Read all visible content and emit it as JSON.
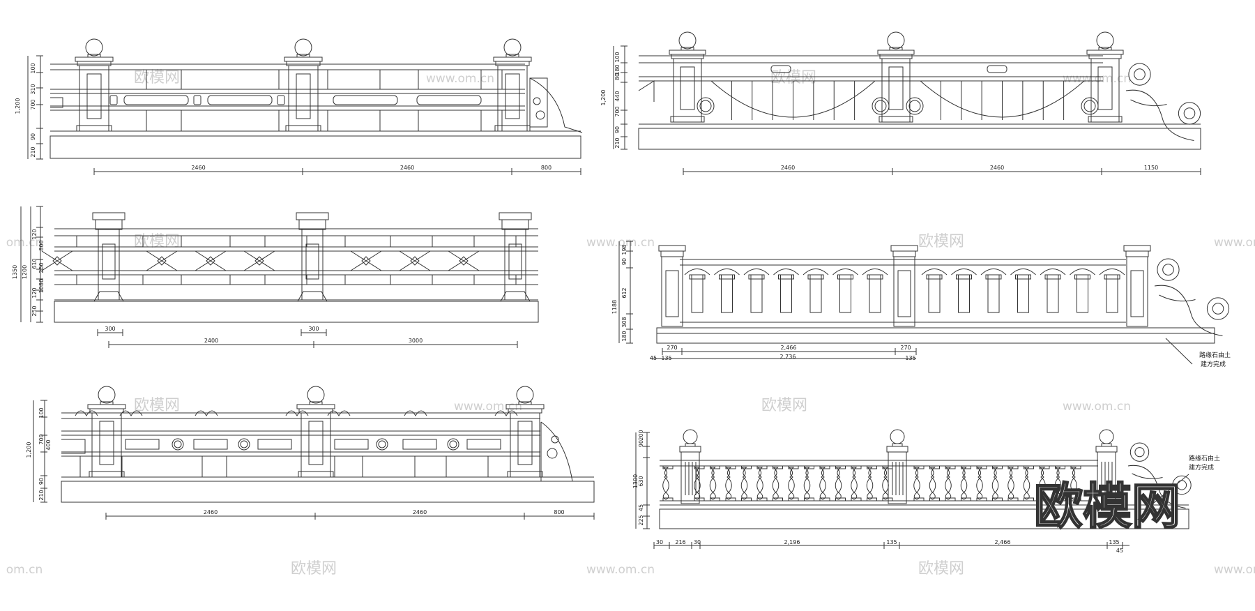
{
  "brand": {
    "logo_text": "欧模网",
    "watermark_cn": "欧模网",
    "watermark_url": "www.om.cn",
    "watermark_url_cut": "om.cn"
  },
  "drawings": [
    {
      "id": "railing-1",
      "height_dims": [
        "1,200",
        "100",
        "700",
        "310",
        "210",
        "90"
      ],
      "span_dims": [
        "2460",
        "2460",
        "800"
      ]
    },
    {
      "id": "railing-2",
      "height_dims": [
        "1,200",
        "100",
        "80",
        "180",
        "440",
        "700",
        "210",
        "90"
      ],
      "span_dims": [
        "2460",
        "2460",
        "1150"
      ]
    },
    {
      "id": "railing-3",
      "height_dims": [
        "1350",
        "1200",
        "120",
        "610",
        "800",
        "250",
        "1080",
        "120",
        "250"
      ],
      "span_dims": [
        "300",
        "300",
        "2400",
        "3000"
      ]
    },
    {
      "id": "railing-4",
      "height_dims": [
        "1188",
        "90",
        "198",
        "612",
        "308",
        "180"
      ],
      "span_dims": [
        "270",
        "2,466",
        "270",
        "45",
        "135",
        "2,736",
        "135"
      ],
      "note": [
        "路缘石由土",
        "建方完成"
      ]
    },
    {
      "id": "railing-5",
      "height_dims": [
        "1,200",
        "100",
        "400",
        "700",
        "210",
        "90"
      ],
      "span_dims": [
        "2460",
        "2460",
        "800"
      ]
    },
    {
      "id": "railing-6",
      "height_dims": [
        "1300",
        "90",
        "200",
        "630",
        "225",
        "45"
      ],
      "span_dims": [
        "30",
        "216",
        "30",
        "2,196",
        "135",
        "2,466",
        "135",
        "45"
      ],
      "note": [
        "路缘石由土",
        "建方完成"
      ]
    }
  ]
}
